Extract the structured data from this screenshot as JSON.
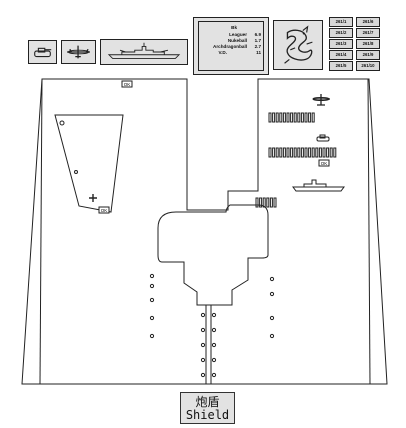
{
  "units": [
    {
      "name": "tank",
      "icon": "tank-icon"
    },
    {
      "name": "plane",
      "icon": "plane-icon"
    },
    {
      "name": "warship",
      "icon": "warship-icon"
    }
  ],
  "stats": {
    "title": "Bk",
    "rows": [
      {
        "label": "Leaguer",
        "value": "6.9"
      },
      {
        "label": "Nukeball",
        "value": "1.7"
      },
      {
        "label": "Archdragonball",
        "value": "2.7"
      },
      {
        "label": "V.D.",
        "value": "11"
      }
    ]
  },
  "dragon": {
    "icon": "dragon-emblem-icon"
  },
  "codes": {
    "left": [
      "261/1",
      "261/2",
      "261/3",
      "261/4",
      "261/5"
    ],
    "right": [
      "261/6",
      "261/7",
      "261/8",
      "261/9",
      "261/10"
    ]
  },
  "shield": {
    "label_zh": "炮盾",
    "label_en": "Shield"
  },
  "markers": {
    "top": "OK",
    "side": "OK",
    "dock": "OK"
  },
  "colors": {
    "tile_bg": "#e2e2e2",
    "line": "#222222"
  }
}
